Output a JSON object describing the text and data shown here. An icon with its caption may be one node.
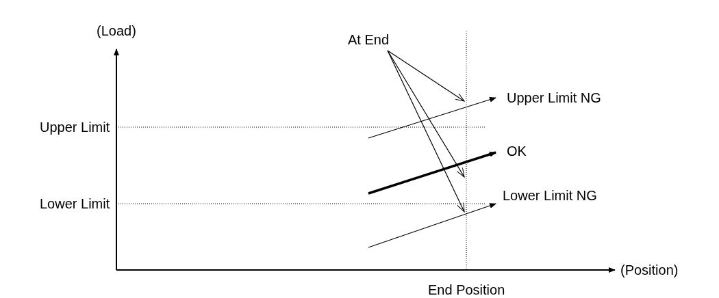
{
  "diagram": {
    "nodes": [
      {
        "text": [
          "At End"
        ]
      },
      {
        "text": [
          "Upper Limit NG"
        ]
      },
      {
        "text": [
          "OK"
        ]
      },
      {
        "text": [
          "Lower Limit NG"
        ]
      }
    ],
    "edges": [
      {
        "from": 0,
        "to": null,
        "arrow": "to"
      },
      {
        "from": 0,
        "to": null,
        "arrow": "to"
      },
      {
        "from": 0,
        "to": null,
        "arrow": "to"
      },
      {
        "from": null,
        "to": 1,
        "arrow": "to"
      },
      {
        "from": null,
        "to": 2,
        "arrow": "to",
        "style": "thick"
      },
      {
        "from": null,
        "to": 3,
        "arrow": "to"
      }
    ],
    "labels": [
      "(Load)",
      "Upper Limit",
      "Lower Limit",
      "(Position)",
      "End Position"
    ]
  }
}
